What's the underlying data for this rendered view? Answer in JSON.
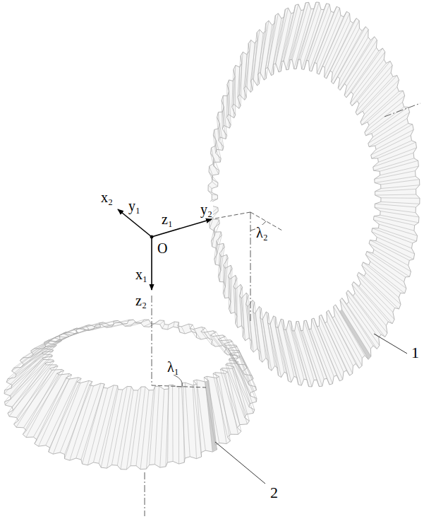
{
  "diagram": {
    "labels": [
      "x₂",
      "y₁",
      "z₁",
      "y₂",
      "O",
      "x₁",
      "z₂",
      "λ₂",
      "λ₁",
      "1",
      "2"
    ]
  }
}
